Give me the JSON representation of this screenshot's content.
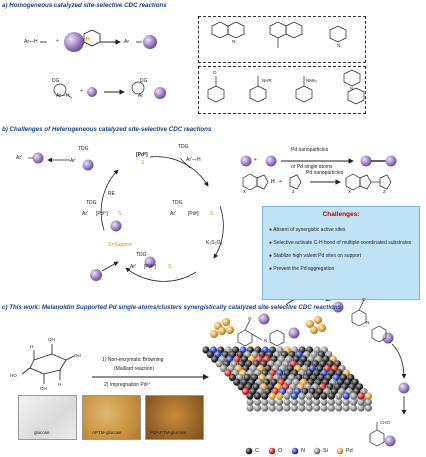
{
  "section_a": {
    "title": "a) Homogeneous catalyzed site-selective CDC reactions",
    "ar_h": "Ar—H",
    "plus": "+",
    "ar": "Ar",
    "h": "H",
    "dg": "DG",
    "ring_o": "O",
    "ring_n": "N",
    "nhr": "NHR",
    "nme2": "NMe₂"
  },
  "section_b": {
    "title": "b) Challenges of Heterogeneous catalyzed site-selective CDC reactions",
    "tdg": "TDG",
    "ar": "Ar'",
    "ar_h": "Ar'—H",
    "pd0": "[Pd⁰]",
    "pd2": "[Pdᴵᴵ]",
    "pd4": "[Pdᴵⱽ]",
    "s_label": "S",
    "re": "RE",
    "oxidant": "K₂S₂O₈",
    "support": "S=Support",
    "pd_np_1": "Pd nanoparticles",
    "pd_np_2": "or Pd single atoms",
    "pd_np_3": "Pd nanoparticles",
    "x": "X",
    "z": "Z",
    "h": "H",
    "challenges_title": "Challenges:",
    "challenges": [
      "Absent of synergistic active sites",
      "Selective activate C-H bond of multiple coordinated substrates",
      "Stablize high valent Pd sites on support",
      "Prevent the Pd aggregation"
    ]
  },
  "section_c": {
    "title": "c) This work: Melanoidin Supported Pd single-atoms/clusters synergistically catalyzed site-selective CDC reactions",
    "step1": "1) Non-enzymatic Browning",
    "step1b": "(Maillard reaction)",
    "step2": "2) Impregnation Pd²⁺",
    "photo_labels": [
      "glucose",
      "APTM-glucose",
      "Pd/APTM-glucose"
    ],
    "legend": [
      "C",
      "O",
      "N",
      "Si",
      "Pd"
    ],
    "oh": "OH",
    "ho": "HO",
    "o": "O",
    "h": "H",
    "n": "N",
    "cho": "CHO"
  },
  "colors": {
    "title_blue": "#1a3d8f",
    "purple_sphere": "#a98fcc",
    "challenge_panel": "#bfe3f5",
    "orange_highlight": "#e08a00",
    "pd_gold": "#e8b050"
  }
}
